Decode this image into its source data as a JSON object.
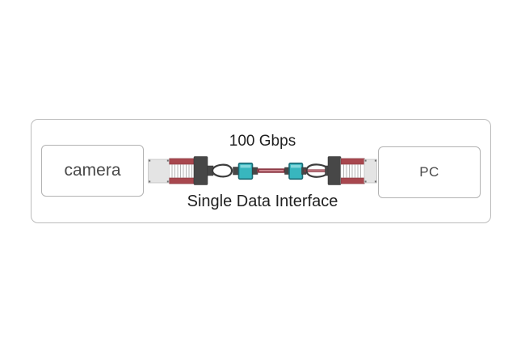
{
  "diagram": {
    "bandwidth_label": "100 Gbps",
    "interface_label": "Single Data Interface",
    "nodes": [
      {
        "id": "camera",
        "label": "camera"
      },
      {
        "id": "pc",
        "label": "PC"
      }
    ],
    "link_icon": "active-optical-cable-icon"
  },
  "colors": {
    "outer_border": "#bcbcbc",
    "node_border": "#b3b3b3",
    "node_text": "#4a4a4a",
    "label_text": "#212121",
    "connector_gray": "#e4e4e4",
    "connector_red": "#a8474e",
    "connector_dark": "#474747",
    "teal": "#38b6be",
    "teal_border": "#1a6a74",
    "teal_highlight": "#8fdde2",
    "cable_red": "#8e3a46",
    "cable_highlight": "#d18f97",
    "loop_stroke": "#3c3c3c",
    "rib": "#b5b5b5",
    "bg": "#ffffff"
  }
}
